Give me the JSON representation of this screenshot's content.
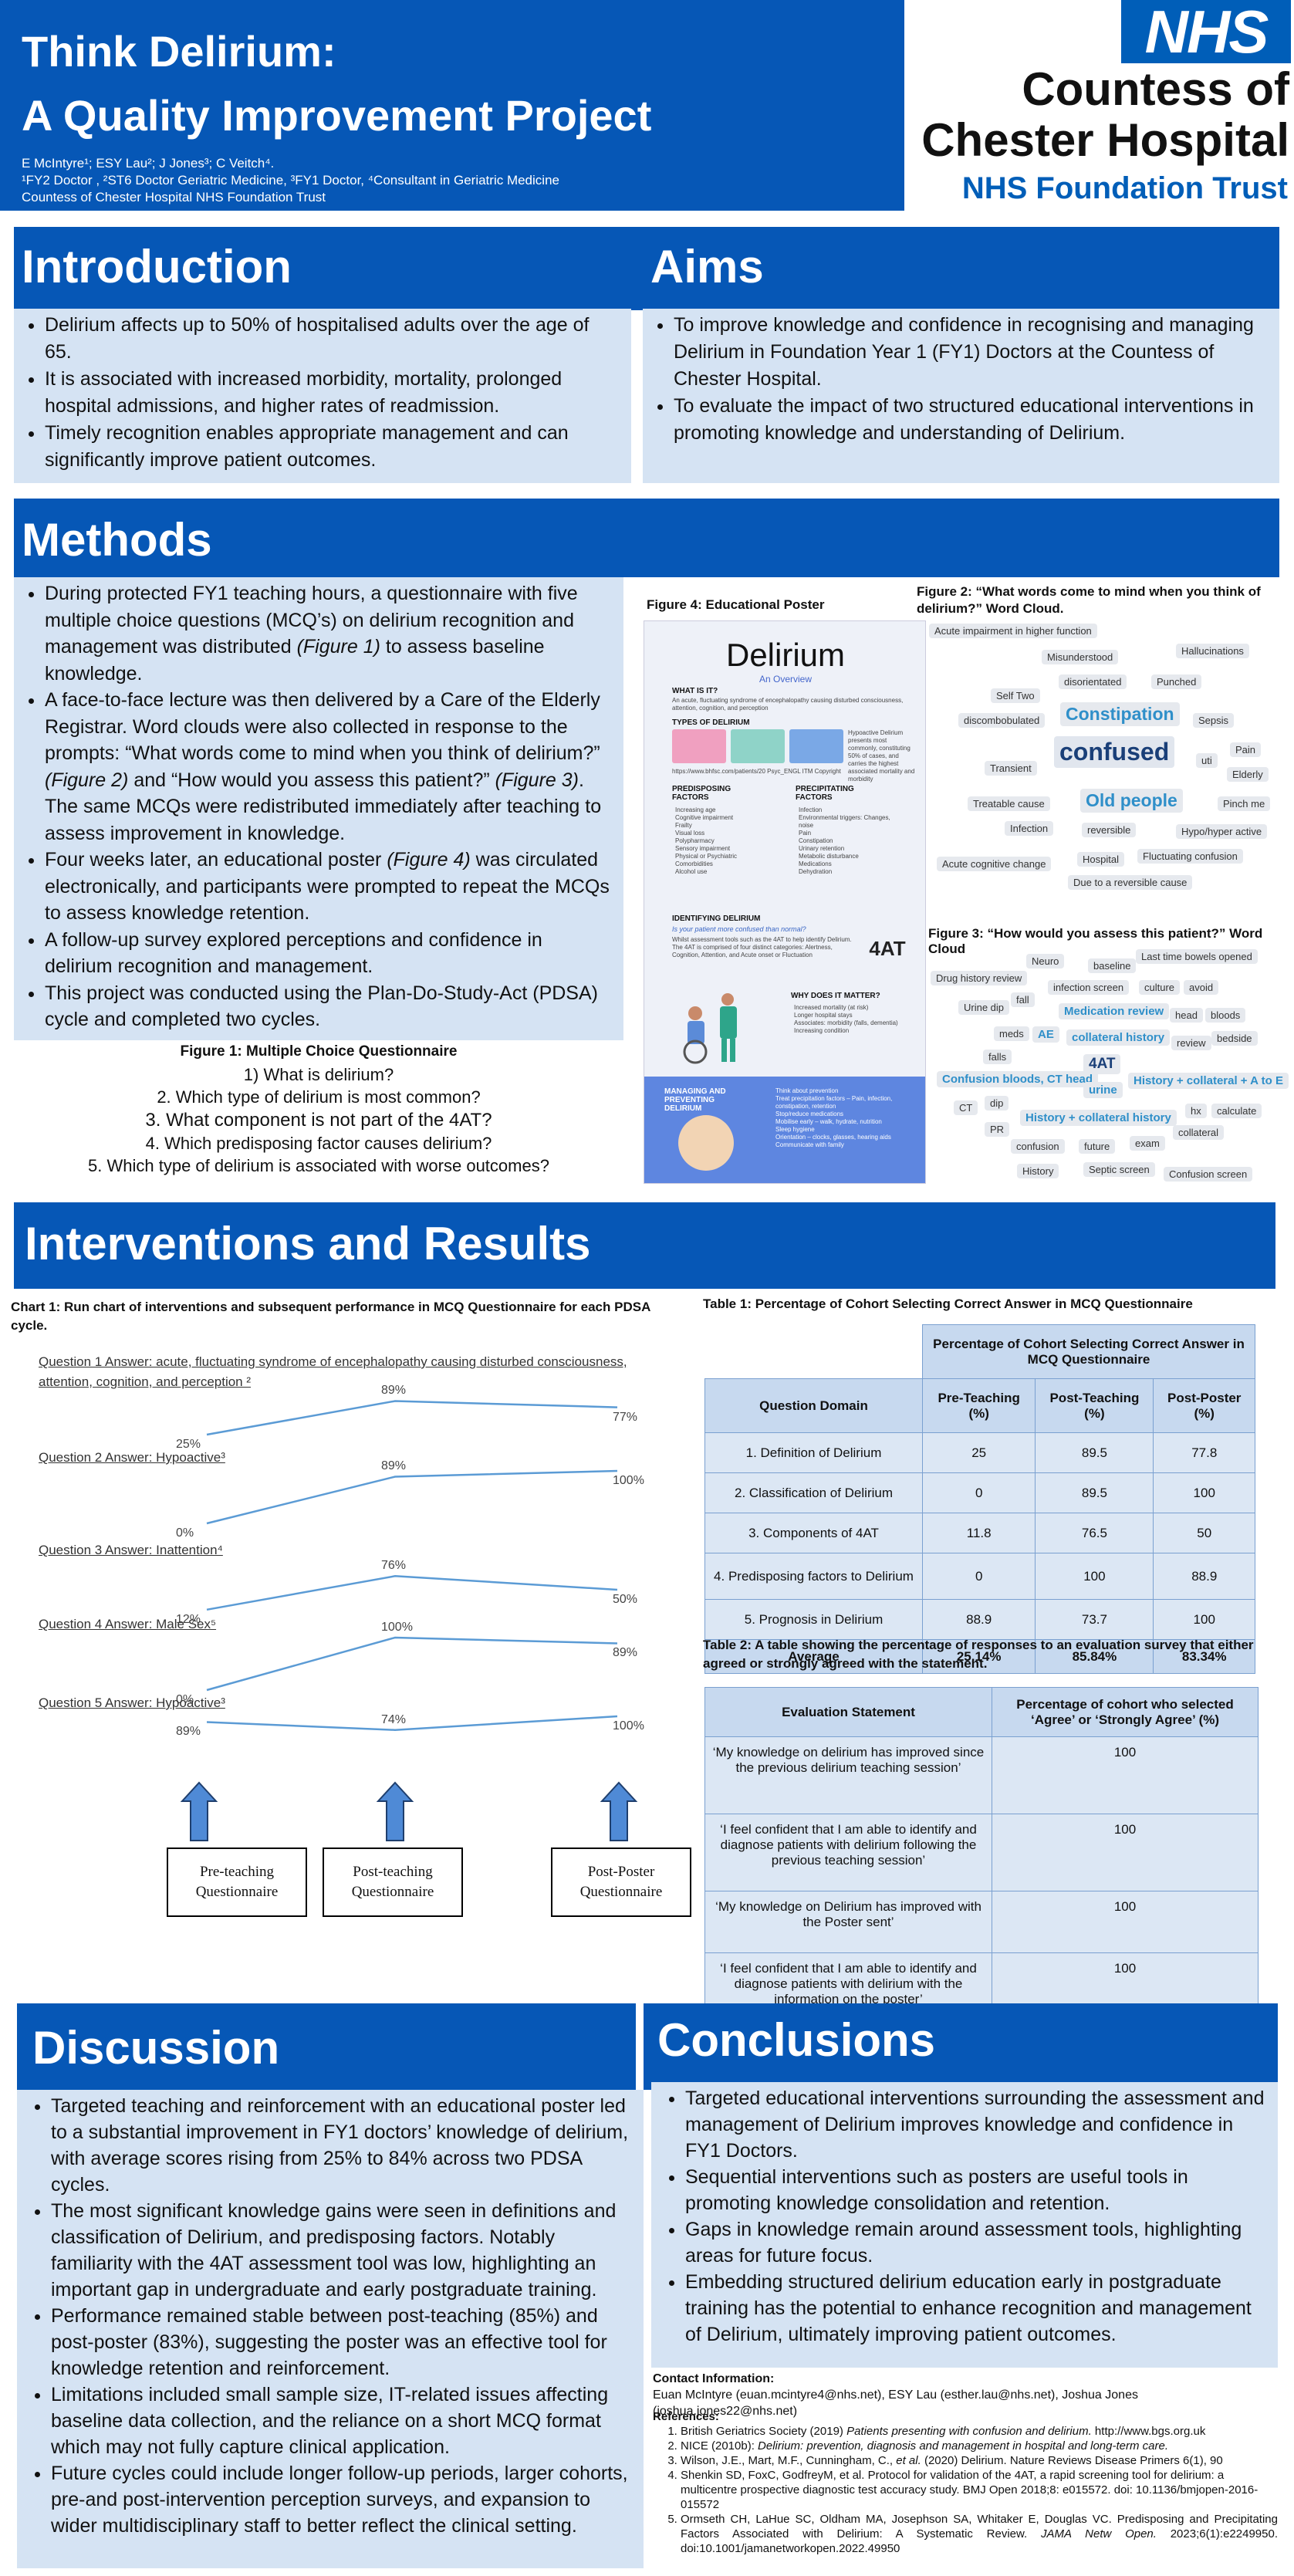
{
  "header": {
    "title_line1": "Think Delirium:",
    "title_line2": "A Quality Improvement Project",
    "authors": "E McIntyre¹; ESY Lau²; J Jones³; C Veitch⁴.",
    "roles": "¹FY2 Doctor , ²ST6 Doctor Geriatric Medicine, ³FY1 Doctor, ⁴Consultant in Geriatric Medicine",
    "institution": "Countess of Chester Hospital NHS Foundation Trust",
    "logo_nhs": "NHS",
    "logo_line1": "Countess of",
    "logo_line2": "Chester Hospital",
    "logo_line3": "NHS Foundation Trust"
  },
  "introduction": {
    "title": "Introduction",
    "bullets": [
      "Delirium affects up to 50% of hospitalised adults over the age of 65.",
      "It is associated with increased morbidity, mortality, prolonged hospital admissions, and higher rates of readmission.",
      "Timely recognition enables appropriate management and can significantly improve patient outcomes."
    ]
  },
  "aims": {
    "title": "Aims",
    "bullets": [
      "To improve knowledge and confidence in recognising and managing Delirium in Foundation Year 1 (FY1) Doctors at the Countess of Chester Hospital.",
      "To evaluate the impact of two structured educational interventions in promoting knowledge and understanding of Delirium."
    ]
  },
  "methods": {
    "title": "Methods",
    "b1a": "During protected FY1 teaching hours, a questionnaire with five multiple choice questions (MCQ’s) on delirium recognition and management was distributed ",
    "b1b": "(Figure 1)",
    "b1c": " to assess baseline knowledge.",
    "b2a": "A face-to-face lecture was then delivered by a Care of the Elderly Registrar. Word clouds were also collected in response to the prompts: “What words come to mind when you think of delirium?” ",
    "b2b": "(Figure 2)",
    "b2c": " and “How would you assess this patient?” ",
    "b2d": "(Figure 3)",
    "b2e": ". The same MCQs were redistributed immediately after teaching to assess improvement in knowledge.",
    "b3a": "Four weeks later, an educational poster ",
    "b3b": "(Figure 4)",
    "b3c": " was circulated electronically, and participants were prompted to repeat the MCQs to assess knowledge retention.",
    "b4": "A follow-up survey explored perceptions and confidence in delirium recognition and management.",
    "b5": "This project was conducted using the Plan-Do-Study-Act (PDSA) cycle and completed two cycles.",
    "fig1_title": "Figure 1: Multiple Choice Questionnaire",
    "fig1_items": [
      "1) What is delirium?",
      "2. Which type of delirium is most common?",
      "3. What component is not part of the 4AT?",
      "4. Which predisposing factor causes delirium?",
      "5. Which type of delirium is associated with worse outcomes?"
    ],
    "fig4_title": "Figure 4: Educational Poster",
    "fig2_title": "Figure 2: “What words come to mind when you think of delirium?” Word Cloud.",
    "fig3_title": "Figure 3: “How would you assess this patient?” Word Cloud"
  },
  "mini_poster": {
    "title": "Delirium",
    "subtitle": "An Overview",
    "what": "WHAT IS IT?",
    "what_text": "An acute, fluctuating syndrome of encephalopathy causing disturbed consciousness, attention, cognition, and perception",
    "types": "TYPES OF DELIRIUM",
    "types_text": "Hypoactive Delirium presents most commonly, constituting 50% of cases, and carries the highest associated mortality and morbidity",
    "link": "https://www.bhfsc.com/patients/20 Psyc_ENGL ITM Copyright",
    "predisposing": "PREDISPOSING FACTORS",
    "pred_text": "Increasing age\nCognitive impairment\nFrailty\nVisual loss\nPolypharmacy\nSensory impairment\nPhysical or Psychiatric Comorbidities\nAlcohol use",
    "precipitating": "PRECIPITATING FACTORS",
    "prec_text": "Infection\nEnvironmental triggers: Changes, noise\nPain\nConstipation\nUrinary retention\nMetabolic disturbance\nMedications\nDehydration",
    "identifying": "IDENTIFYING DELIRIUM",
    "ident_sub": "Is your patient more confused than normal?",
    "ident_text": "Whilst assessment tools such as the 4AT to help identify Delirium. The 4AT is comprised of four distinct categories: Alertness, Cognition, Attention, and Acute onset or Fluctuation",
    "badge": "4AT",
    "why": "WHY DOES IT MATTER?",
    "why_text": "Increased mortality (at risk)\nLonger hospital stays\nAssociates: morbidity (falls, dementia)\nIncreasing condition",
    "managing": "MANAGING AND PREVENTING DELIRIUM",
    "managing_text": "Think about prevention\nTreat precipitation factors – Pain, infection, constipation, retention\nStop/reduce medications\nMobilise early – walk, hydrate, nutrition\nSleep hygiene\nOrientation – clocks, glasses, hearing aids\nCommunicate with family"
  },
  "wordcloud2": [
    {
      "t": "Acute impairment in higher function",
      "c": ""
    },
    {
      "t": "Misunderstood",
      "c": ""
    },
    {
      "t": "Hallucinations",
      "c": ""
    },
    {
      "t": "disorientated",
      "c": ""
    },
    {
      "t": "Punched",
      "c": ""
    },
    {
      "t": "Self Two",
      "c": ""
    },
    {
      "t": "discombobulated",
      "c": ""
    },
    {
      "t": "Constipation",
      "c": "med"
    },
    {
      "t": "Sepsis",
      "c": ""
    },
    {
      "t": "Pain",
      "c": ""
    },
    {
      "t": "confused",
      "c": "big"
    },
    {
      "t": "uti",
      "c": ""
    },
    {
      "t": "Elderly",
      "c": ""
    },
    {
      "t": "Transient",
      "c": ""
    },
    {
      "t": "Treatable cause",
      "c": ""
    },
    {
      "t": "Old people",
      "c": "med"
    },
    {
      "t": "Pinch me",
      "c": ""
    },
    {
      "t": "Infection",
      "c": ""
    },
    {
      "t": "reversible",
      "c": ""
    },
    {
      "t": "Hypo/hyper active",
      "c": ""
    },
    {
      "t": "Acute cognitive change",
      "c": ""
    },
    {
      "t": "Hospital",
      "c": ""
    },
    {
      "t": "Fluctuating confusion",
      "c": ""
    },
    {
      "t": "Due to a reversible cause",
      "c": ""
    }
  ],
  "wordcloud3": [
    {
      "t": "Neuro",
      "c": ""
    },
    {
      "t": "baseline",
      "c": ""
    },
    {
      "t": "Last time bowels opened",
      "c": ""
    },
    {
      "t": "Drug history review",
      "c": ""
    },
    {
      "t": "infection screen",
      "c": ""
    },
    {
      "t": "culture",
      "c": ""
    },
    {
      "t": "avoid",
      "c": ""
    },
    {
      "t": "fall",
      "c": ""
    },
    {
      "t": "Urine dip",
      "c": ""
    },
    {
      "t": "Medication review",
      "c": "sm2"
    },
    {
      "t": "head",
      "c": ""
    },
    {
      "t": "bloods",
      "c": ""
    },
    {
      "t": "meds",
      "c": ""
    },
    {
      "t": "AE",
      "c": "sm2"
    },
    {
      "t": "collateral history",
      "c": "sm2"
    },
    {
      "t": "review",
      "c": ""
    },
    {
      "t": "bedside",
      "c": ""
    },
    {
      "t": "falls",
      "c": ""
    },
    {
      "t": "4AT",
      "c": "sm2b"
    },
    {
      "t": "Confusion bloods, CT head",
      "c": "sm2"
    },
    {
      "t": "urine",
      "c": "sm2"
    },
    {
      "t": "History + collateral + A to E",
      "c": "sm2"
    },
    {
      "t": "CT",
      "c": ""
    },
    {
      "t": "dip",
      "c": ""
    },
    {
      "t": "hx",
      "c": ""
    },
    {
      "t": "calculate",
      "c": ""
    },
    {
      "t": "History + collateral history",
      "c": "sm2"
    },
    {
      "t": "PR",
      "c": ""
    },
    {
      "t": "collateral",
      "c": ""
    },
    {
      "t": "confusion",
      "c": ""
    },
    {
      "t": "future",
      "c": ""
    },
    {
      "t": "exam",
      "c": ""
    },
    {
      "t": "History",
      "c": ""
    },
    {
      "t": "Septic screen",
      "c": ""
    },
    {
      "t": "Confusion screen",
      "c": ""
    }
  ],
  "interventions": {
    "title": "Interventions and Results",
    "chart1_title": "Chart 1: Run chart of interventions and subsequent performance in MCQ Questionnaire for each PDSA cycle.",
    "table1_title": "Table 1: Percentage of Cohort Selecting Correct Answer in MCQ Questionnaire",
    "table2_title": "Table 2: A table showing the percentage of responses to an evaluation survey that either agreed or strongly agreed with the statement.",
    "box_labels": [
      "Pre-teaching Questionnaire",
      "Post-teaching Questionnaire",
      "Post-Poster Questionnaire"
    ]
  },
  "chart_data": {
    "type": "line",
    "title": "Chart 1: Run chart of interventions and subsequent performance in MCQ Questionnaire for each PDSA cycle.",
    "categories": [
      "Pre-teaching Questionnaire",
      "Post-teaching Questionnaire",
      "Post-Poster Questionnaire"
    ],
    "series": [
      {
        "name": "Question 1 Answer: acute, fluctuating syndrome of encephalopathy causing disturbed consciousness, attention, cognition, and perception ²",
        "values": [
          25,
          89,
          77
        ],
        "labels": [
          "25%",
          "89%",
          "77%"
        ]
      },
      {
        "name": "Question 2 Answer: Hypoactive³",
        "values": [
          0,
          89,
          100
        ],
        "labels": [
          "0%",
          "89%",
          "100%"
        ]
      },
      {
        "name": "Question 3 Answer: Inattention⁴",
        "values": [
          12,
          76,
          50
        ],
        "labels": [
          "12%",
          "76%",
          "50%"
        ]
      },
      {
        "name": "Question 4 Answer: Male Sex⁵",
        "values": [
          0,
          100,
          89
        ],
        "labels": [
          "0%",
          "100%",
          "89%"
        ]
      },
      {
        "name": "Question 5 Answer: Hypoactive³",
        "values": [
          89,
          74,
          100
        ],
        "labels": [
          "89%",
          "74%",
          "100%"
        ]
      }
    ],
    "ylim": [
      0,
      100
    ],
    "line_color": "#5b9bd5"
  },
  "table1": {
    "super_header": "Percentage of Cohort Selecting Correct Answer in MCQ Questionnaire",
    "headers": [
      "Question Domain",
      "Pre-Teaching (%)",
      "Post-Teaching (%)",
      "Post-Poster (%)"
    ],
    "rows": [
      [
        "1. Definition of Delirium",
        "25",
        "89.5",
        "77.8"
      ],
      [
        "2. Classification of Delirium",
        "0",
        "89.5",
        "100"
      ],
      [
        "3. Components of 4AT",
        "11.8",
        "76.5",
        "50"
      ],
      [
        "4. Predisposing factors to Delirium",
        "0",
        "100",
        "88.9"
      ],
      [
        "5. Prognosis in Delirium",
        "88.9",
        "73.7",
        "100"
      ]
    ],
    "average": [
      "Average",
      "25.14%",
      "85.84%",
      "83.34%"
    ]
  },
  "table2": {
    "headers": [
      "Evaluation Statement",
      "Percentage of cohort who selected ‘Agree’ or ‘Strongly Agree’ (%)"
    ],
    "rows": [
      [
        "‘My knowledge on delirium has improved since the previous delirium teaching session’",
        "100"
      ],
      [
        "‘I feel confident that I am able to identify and diagnose patients with delirium following the previous teaching session’",
        "100"
      ],
      [
        "‘My knowledge on Delirium has improved with the Poster sent’",
        "100"
      ],
      [
        "‘I feel confident that I am able to identify and diagnose patients with delirium with the information on the poster’",
        "100"
      ]
    ]
  },
  "discussion": {
    "title": "Discussion",
    "bullets": [
      "Targeted teaching and reinforcement with an educational poster led to a substantial improvement in FY1 doctors’ knowledge of delirium, with average scores rising from 25% to 84% across two PDSA cycles.",
      "The most significant knowledge gains were seen in definitions and classification of Delirium, and predisposing factors. Notably familiarity with the 4AT assessment tool was low, highlighting an important gap in undergraduate and early postgraduate training.",
      "Performance remained stable between post-teaching (85%) and post-poster (83%), suggesting the poster was an effective tool for knowledge retention and reinforcement.",
      "Limitations included small sample size, IT-related issues affecting baseline data collection, and the reliance on a short MCQ format which may not fully capture clinical application.",
      "Future cycles could include longer follow-up periods, larger cohorts, pre-and post-intervention perception surveys, and expansion to wider multidisciplinary staff to better reflect the clinical setting."
    ]
  },
  "conclusions": {
    "title": "Conclusions",
    "bullets": [
      "Targeted educational interventions surrounding the assessment and management of Delirium improves knowledge and confidence in FY1 Doctors.",
      " Sequential interventions such as posters are useful tools in promoting knowledge consolidation and retention.",
      "Gaps in knowledge remain around assessment tools, highlighting areas for future focus.",
      "Embedding structured delirium education early in postgraduate training has the potential to enhance recognition and management of Delirium, ultimately improving patient outcomes."
    ]
  },
  "contact": {
    "label": "Contact Information:",
    "text": "Euan McIntyre (euan.mcintyre4@nhs.net), ESY Lau (esther.lau@nhs.net), Joshua Jones (joshua.jones22@nhs.net)"
  },
  "references": {
    "label": "References:",
    "items": [
      {
        "a": "British Geriatrics Society (2019) ",
        "i": "Patients presenting with confusion and delirium.",
        "b": " http://www.bgs.org.uk"
      },
      {
        "a": "NICE (2010b): ",
        "i": "Delirium: prevention, diagnosis and management in hospital and long-term care.",
        "b": ""
      },
      {
        "a": "Wilson, J.E., Mart, M.F., Cunningham, C., ",
        "i": "et al.",
        "b": " (2020) Delirium. Nature Reviews Disease Primers 6(1), 90"
      },
      {
        "a": "Shenkin SD, FoxC, GodfreyM, et al. Protocol for validation of the 4AT, a rapid screening tool for delirium: a multicentre prospective diagnostic test accuracy study. BMJ Open 2018;8: e015572. doi: 10.1136/bmjopen-2016-015572",
        "i": "",
        "b": ""
      },
      {
        "a": "Ormseth CH, LaHue SC, Oldham MA, Josephson SA, Whitaker E, Douglas VC. Predisposing and Precipitating Factors Associated with Delirium: A Systematic Review. ",
        "i": "JAMA Netw Open.",
        "b": " 2023;6(1):e2249950. doi:10.1001/jamanetworkopen.2022.49950"
      }
    ]
  }
}
